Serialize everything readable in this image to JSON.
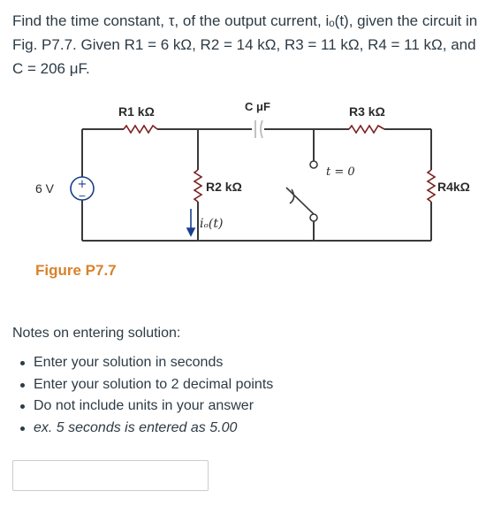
{
  "question": {
    "text": "Find the time constant, τ, of the output current, iₒ(t), given the circuit in Fig. P7.7. Given R1 = 6 kΩ, R2 = 14 kΩ, R3 = 11 kΩ, R4 = 11 kΩ, and C = 206 μF."
  },
  "figure": {
    "caption": "Figure P7.7",
    "source_label": "6 V",
    "source_plus": "+",
    "source_minus": "−",
    "r1_label": "R1 kΩ",
    "c_label": "C μF",
    "r3_label": "R3 kΩ",
    "r2_label": "R2 kΩ",
    "r4_label": "R4kΩ",
    "switch_label": "t = 0",
    "current_label": "iₒ(t)",
    "wire_color": "#3a3a3a",
    "capacitor_color": "#bcbcbc",
    "caption_color": "#d9822b",
    "source_color": "#1a3f8f"
  },
  "notes": {
    "title": "Notes on entering solution:",
    "items": [
      "Enter your solution in seconds",
      "Enter your solution to 2 decimal points",
      "Do not include units in your answer",
      "ex. 5 seconds is entered as 5.00"
    ]
  },
  "answer": {
    "value": "",
    "placeholder": ""
  }
}
